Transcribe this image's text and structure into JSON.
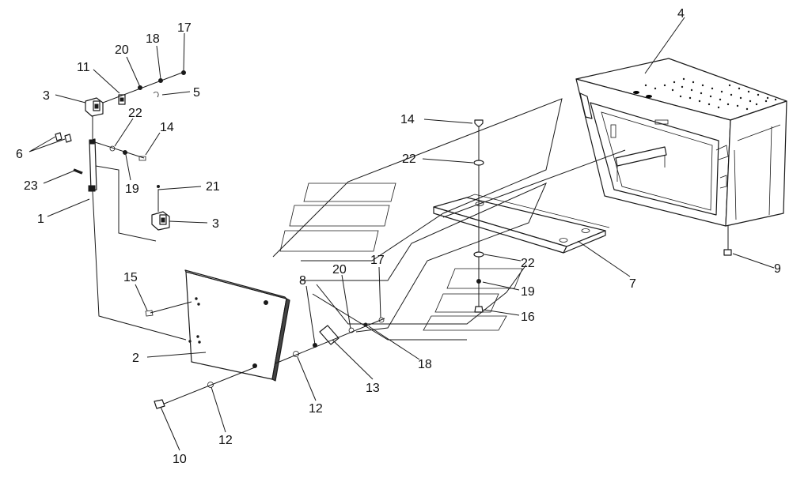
{
  "diagram": {
    "callouts": [
      {
        "id": "c4",
        "text": "4"
      },
      {
        "id": "c17a",
        "text": "17"
      },
      {
        "id": "c18a",
        "text": "18"
      },
      {
        "id": "c20a",
        "text": "20"
      },
      {
        "id": "c11",
        "text": "11"
      },
      {
        "id": "c5",
        "text": "5"
      },
      {
        "id": "c3a",
        "text": "3"
      },
      {
        "id": "c22a",
        "text": "22"
      },
      {
        "id": "c14a",
        "text": "14"
      },
      {
        "id": "c6",
        "text": "6"
      },
      {
        "id": "c23",
        "text": "23"
      },
      {
        "id": "c19a",
        "text": "19"
      },
      {
        "id": "c21",
        "text": "21"
      },
      {
        "id": "c1",
        "text": "1"
      },
      {
        "id": "c3b",
        "text": "3"
      },
      {
        "id": "c14b",
        "text": "14"
      },
      {
        "id": "c22b",
        "text": "22"
      },
      {
        "id": "c7",
        "text": "7"
      },
      {
        "id": "c9",
        "text": "9"
      },
      {
        "id": "c22c",
        "text": "22"
      },
      {
        "id": "c19b",
        "text": "19"
      },
      {
        "id": "c16",
        "text": "16"
      },
      {
        "id": "c15",
        "text": "15"
      },
      {
        "id": "c8",
        "text": "8"
      },
      {
        "id": "c20b",
        "text": "20"
      },
      {
        "id": "c17b",
        "text": "17"
      },
      {
        "id": "c2",
        "text": "2"
      },
      {
        "id": "c13",
        "text": "13"
      },
      {
        "id": "c18b",
        "text": "18"
      },
      {
        "id": "c12a",
        "text": "12"
      },
      {
        "id": "c12b",
        "text": "12"
      },
      {
        "id": "c10",
        "text": "10"
      }
    ]
  }
}
